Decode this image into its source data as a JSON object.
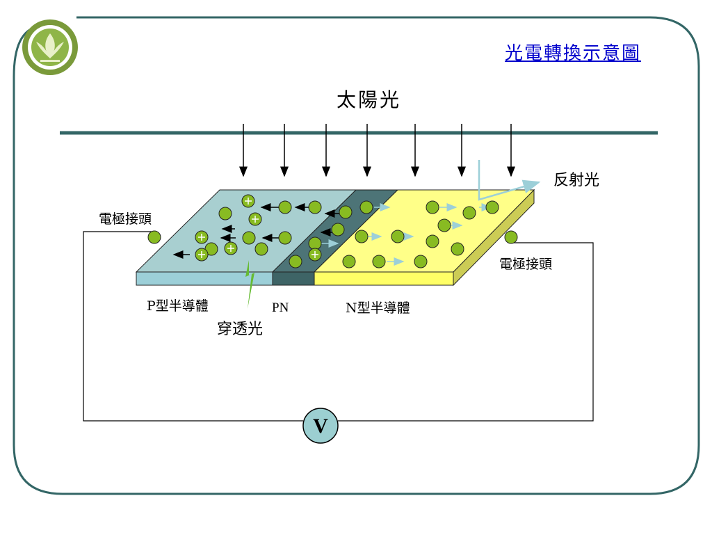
{
  "slide": {
    "title": "光電轉換示意圖"
  },
  "diagram": {
    "sunlight_label": "太陽光",
    "reflected_light_label": "反射光",
    "electrode_left_label": "電極接頭",
    "electrode_right_label": "電極接頭",
    "p_type_label": "P型半導體",
    "pn_label": "PN",
    "n_type_label": "N型半導體",
    "transmitted_light_label": "穿透光",
    "voltmeter_label": "V"
  },
  "colors": {
    "frame": "#336666",
    "p_region": "#a8cfd0",
    "pn_region": "#4d7477",
    "n_region": "#ffff88",
    "n_side": "#cccc55",
    "particle": "#88bb22",
    "voltmeter": "#9ccfd1",
    "title": "#0000cc"
  },
  "icons": {
    "logo": "university-seal-icon"
  }
}
